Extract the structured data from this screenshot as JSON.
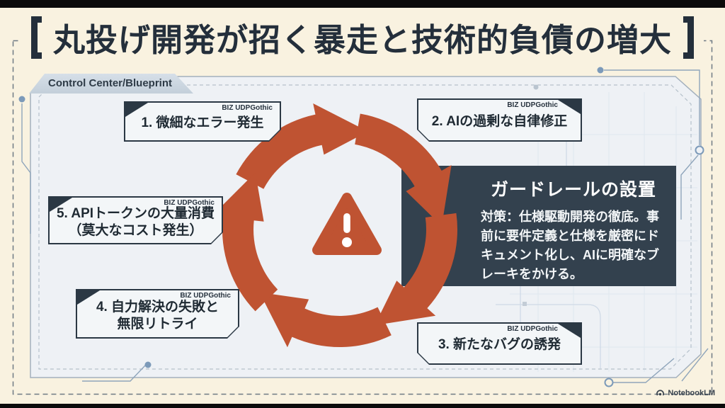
{
  "title": {
    "text": "丸投げ開発が招く暴走と技術的負債の増大"
  },
  "panel": {
    "tab_label": "Control Center/Blueprint"
  },
  "font_badge": "BIZ UDPGothic",
  "cycle": {
    "direction": "clockwise",
    "center_icon": "warning-triangle",
    "steps": [
      {
        "lines": [
          "1. 微細なエラー発生"
        ]
      },
      {
        "lines": [
          "2. AIの過剰な自律修正"
        ]
      },
      {
        "lines": [
          "3. 新たなバグの誘発"
        ]
      },
      {
        "lines": [
          "4. 自力解決の失敗と",
          "無限リトライ"
        ]
      },
      {
        "lines": [
          "5. APIトークンの大量消費",
          "（莫大なコスト発生）"
        ]
      }
    ]
  },
  "guardrail": {
    "title": "ガードレールの設置",
    "body": "対策：仕様駆動開発の徹底。事前に要件定義と仕様を厳密にドキュメント化し、AIに明確なブレーキをかける。"
  },
  "watermark": {
    "label": "NotebookLM"
  },
  "colors": {
    "accent_orange": "#bf5332",
    "navy": "#2b3844",
    "dark_card": "#33414e",
    "cream_background": "#f9f2e0",
    "panel_background": "#eef1f5"
  }
}
